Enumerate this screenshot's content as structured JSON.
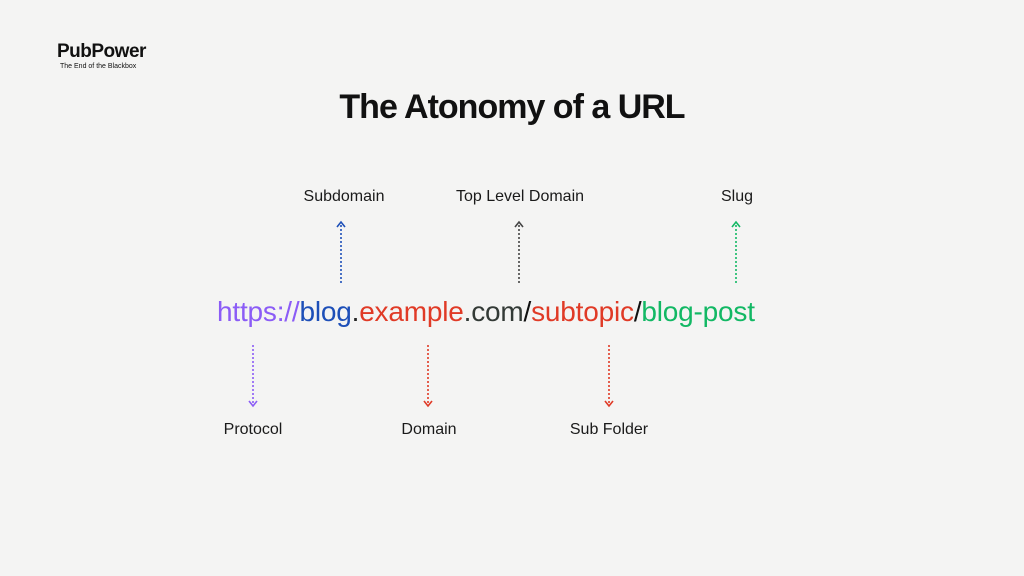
{
  "logo": {
    "name": "PubPower",
    "tagline": "The End of the Blackbox"
  },
  "title": "The Atonomy of a URL",
  "url_parts": [
    {
      "text": "https://",
      "color": "#8b5cf6"
    },
    {
      "text": "blog",
      "color": "#1d4fb8"
    },
    {
      "text": ".",
      "color": "#222222"
    },
    {
      "text": "example",
      "color": "#e03a26"
    },
    {
      "text": ".com",
      "color": "#333a36"
    },
    {
      "text": "/",
      "color": "#111111"
    },
    {
      "text": "subtopic",
      "color": "#e03a26"
    },
    {
      "text": "/",
      "color": "#111111"
    },
    {
      "text": "blog-post",
      "color": "#12b864"
    }
  ],
  "labels": {
    "subdomain": "Subdomain",
    "tld": "Top Level Domain",
    "slug": "Slug",
    "protocol": "Protocol",
    "domain": "Domain",
    "subfolder": "Sub Folder"
  }
}
